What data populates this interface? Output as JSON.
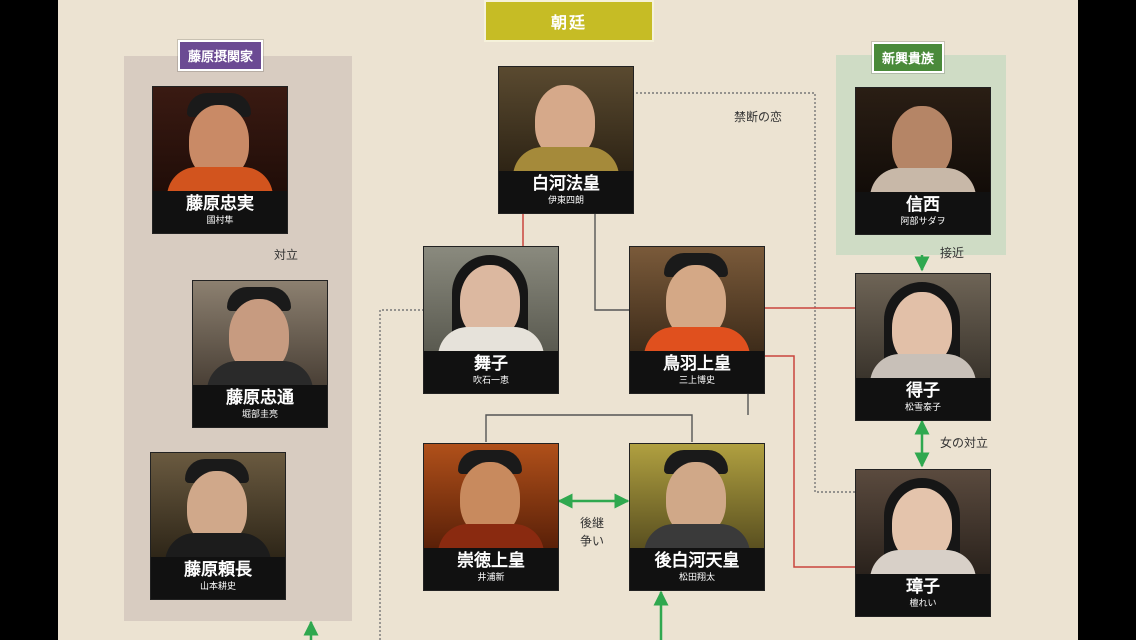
{
  "court": {
    "title": "朝廷"
  },
  "groups": {
    "sekkanke": {
      "label": "藤原摂関家",
      "color": "#6b4a93"
    },
    "shinko": {
      "label": "新興貴族",
      "color": "#4a8a3a"
    }
  },
  "people": {
    "shirakawa": {
      "name": "白河法皇",
      "actor": "伊東四朗"
    },
    "shinzei": {
      "name": "信西",
      "actor": "阿部サダヲ"
    },
    "tadazane": {
      "name": "藤原忠実",
      "actor": "國村隼"
    },
    "tadamichi": {
      "name": "藤原忠通",
      "actor": "堀部圭亮"
    },
    "yorinaga": {
      "name": "藤原頼長",
      "actor": "山本耕史"
    },
    "maiko": {
      "name": "舞子",
      "actor": "吹石一恵"
    },
    "toba": {
      "name": "鳥羽上皇",
      "actor": "三上博史"
    },
    "nariko": {
      "name": "得子",
      "actor": "松雪泰子"
    },
    "sutoku": {
      "name": "崇徳上皇",
      "actor": "井浦新"
    },
    "goshirakawa": {
      "name": "後白河天皇",
      "actor": "松田翔太"
    },
    "tamako": {
      "name": "璋子",
      "actor": "檀れい"
    }
  },
  "relations": {
    "forbidden_love": "禁断の恋",
    "opposition": "対立",
    "approach": "接近",
    "women_opposition": "女の対立",
    "succession_1": "後継",
    "succession_2": "争い"
  },
  "colors": {
    "background": "#ece3d2",
    "court": "#c6bc25",
    "arrow": "#2fa84f",
    "red_line": "#c9443c",
    "gray_line": "#555555"
  }
}
